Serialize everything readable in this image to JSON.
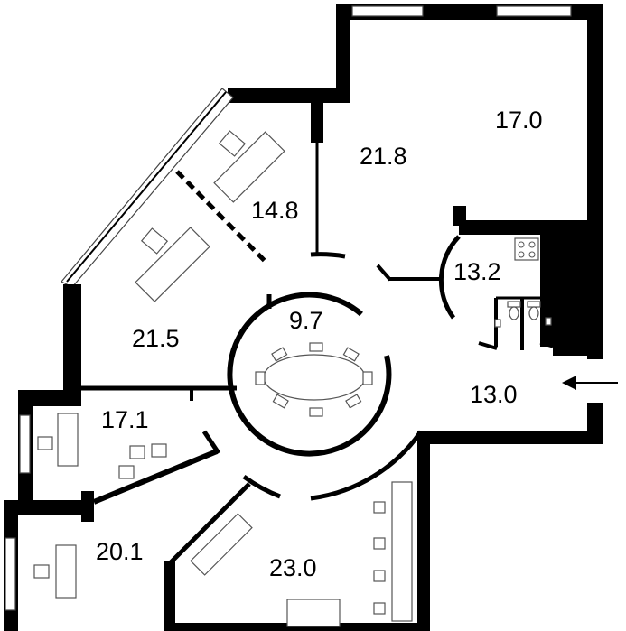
{
  "floor_plan": {
    "rooms": [
      {
        "id": "room-top-right",
        "area": "17.0"
      },
      {
        "id": "room-top-center",
        "area": "21.8"
      },
      {
        "id": "room-angled-upper",
        "area": "14.8"
      },
      {
        "id": "room-kitchen",
        "area": "13.2"
      },
      {
        "id": "room-meeting",
        "area": "9.7"
      },
      {
        "id": "room-angled-lower",
        "area": "21.5"
      },
      {
        "id": "room-entrance",
        "area": "13.0"
      },
      {
        "id": "room-left-middle",
        "area": "17.1"
      },
      {
        "id": "room-left-bottom",
        "area": "20.1"
      },
      {
        "id": "room-bottom-center",
        "area": "23.0"
      }
    ],
    "colors": {
      "wall": "#000000",
      "background": "#ffffff",
      "furniture_stroke": "#555555"
    },
    "icons": [
      "entrance-arrow-icon",
      "toilet-icon",
      "stove-icon"
    ]
  }
}
